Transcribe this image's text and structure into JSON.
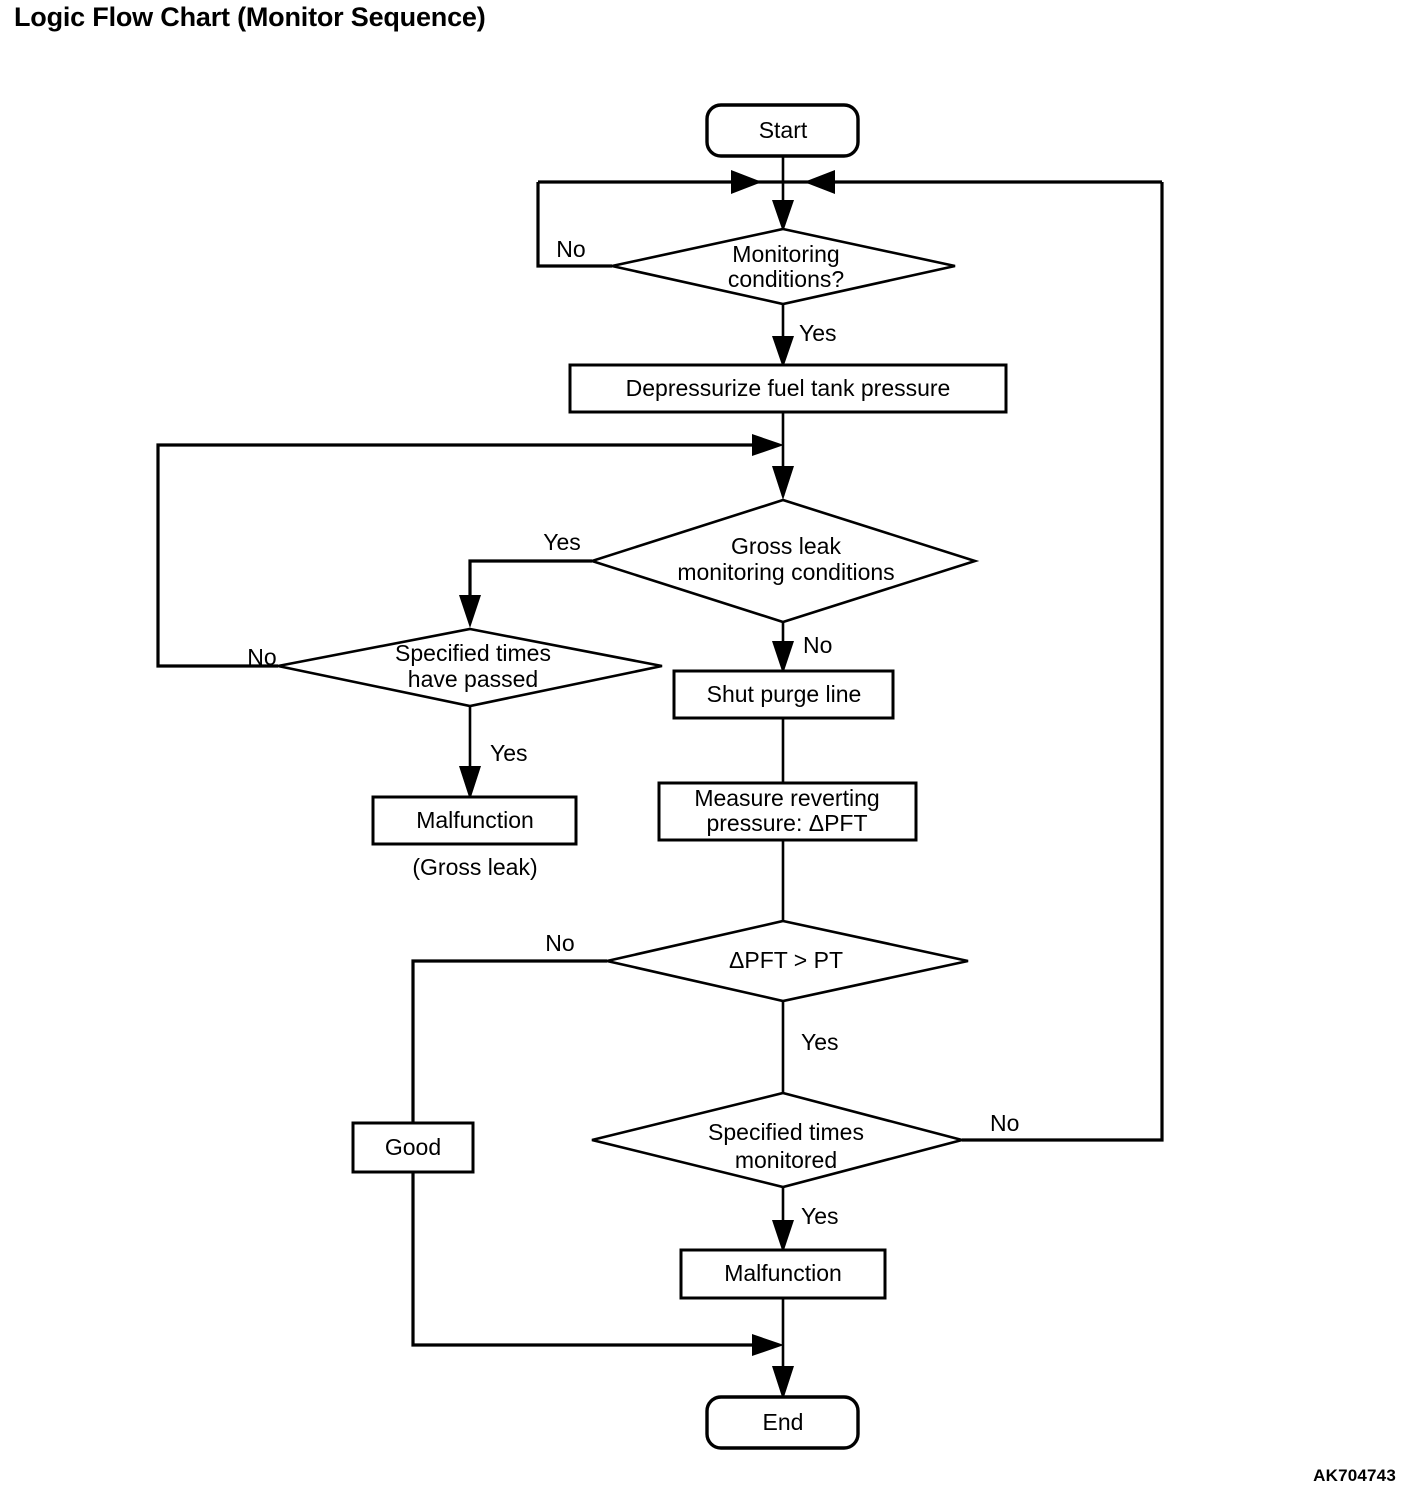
{
  "page": {
    "title": "Logic Flow Chart (Monitor Sequence)",
    "watermark": "AK704743"
  },
  "chart_data": {
    "type": "diagram",
    "diagram_kind": "flowchart",
    "title": "Logic Flow Chart (Monitor Sequence)",
    "orientation": "top-to-bottom",
    "nodes": [
      {
        "id": "start",
        "shape": "terminator",
        "label": "Start"
      },
      {
        "id": "monitoring_conditions",
        "shape": "decision",
        "label": "Monitoring conditions?"
      },
      {
        "id": "depressurize",
        "shape": "process",
        "label": "Depressurize fuel tank pressure"
      },
      {
        "id": "gross_leak_conditions",
        "shape": "decision",
        "label": "Gross leak monitoring conditions"
      },
      {
        "id": "specified_times_passed",
        "shape": "decision",
        "label": "Specified times have passed"
      },
      {
        "id": "malfunction_gross_leak",
        "shape": "process",
        "label": "Malfunction",
        "caption": "(Gross leak)"
      },
      {
        "id": "shut_purge_line",
        "shape": "process",
        "label": "Shut purge line"
      },
      {
        "id": "measure_reverting",
        "shape": "process",
        "label": "Measure reverting pressure:  ΔPFT"
      },
      {
        "id": "dpft_gt_pt",
        "shape": "decision",
        "label": "ΔPFT > PT"
      },
      {
        "id": "specified_times_monitored",
        "shape": "decision",
        "label": "Specified times monitored"
      },
      {
        "id": "good",
        "shape": "process",
        "label": "Good"
      },
      {
        "id": "malfunction",
        "shape": "process",
        "label": "Malfunction"
      },
      {
        "id": "end",
        "shape": "terminator",
        "label": "End"
      }
    ],
    "edges": [
      {
        "from": "start",
        "to": "monitoring_conditions",
        "label": ""
      },
      {
        "from": "monitoring_conditions",
        "to": "monitoring_conditions",
        "label": "No",
        "note": "loops back to junction above decision"
      },
      {
        "from": "monitoring_conditions",
        "to": "depressurize",
        "label": "Yes"
      },
      {
        "from": "depressurize",
        "to": "gross_leak_conditions",
        "label": ""
      },
      {
        "from": "gross_leak_conditions",
        "to": "specified_times_passed",
        "label": "Yes"
      },
      {
        "from": "gross_leak_conditions",
        "to": "shut_purge_line",
        "label": "No"
      },
      {
        "from": "specified_times_passed",
        "to": "gross_leak_conditions",
        "label": "No",
        "note": "loops back above gross leak decision"
      },
      {
        "from": "specified_times_passed",
        "to": "malfunction_gross_leak",
        "label": "Yes"
      },
      {
        "from": "shut_purge_line",
        "to": "measure_reverting",
        "label": ""
      },
      {
        "from": "measure_reverting",
        "to": "dpft_gt_pt",
        "label": ""
      },
      {
        "from": "dpft_gt_pt",
        "to": "good",
        "label": "No"
      },
      {
        "from": "dpft_gt_pt",
        "to": "specified_times_monitored",
        "label": "Yes"
      },
      {
        "from": "specified_times_monitored",
        "to": "monitoring_conditions",
        "label": "No",
        "note": "loops back to top junction"
      },
      {
        "from": "specified_times_monitored",
        "to": "malfunction",
        "label": "Yes"
      },
      {
        "from": "good",
        "to": "end",
        "label": ""
      },
      {
        "from": "malfunction",
        "to": "end",
        "label": ""
      }
    ],
    "edge_labels": [
      "No",
      "Yes",
      "Yes",
      "No",
      "No",
      "Yes",
      "No",
      "Yes",
      "No",
      "Yes"
    ],
    "colors": {
      "stroke": "#000000",
      "fill": "#ffffff",
      "text": "#000000"
    }
  },
  "labels": {
    "start": "Start",
    "monitoring_conditions_line1": "Monitoring",
    "monitoring_conditions_line2": "conditions?",
    "depressurize": "Depressurize fuel tank pressure",
    "gross_leak_line1": "Gross leak",
    "gross_leak_line2": "monitoring conditions",
    "specified_passed_line1": "Specified times",
    "specified_passed_line2": "have passed",
    "malfunction_gross": "Malfunction",
    "gross_leak_caption": "(Gross leak)",
    "shut_purge_line": "Shut purge line",
    "measure_line1": "Measure reverting",
    "measure_line2": "pressure:  ΔPFT",
    "dpft_gt_pt": "ΔPFT > PT",
    "specified_monitored_line1": "Specified times",
    "specified_monitored_line2": "monitored",
    "good": "Good",
    "malfunction": "Malfunction",
    "end": "End",
    "no_monitoring": "No",
    "yes_monitoring": "Yes",
    "yes_gross_leak": "Yes",
    "no_gross_leak": "No",
    "no_specified_passed": "No",
    "yes_specified_passed": "Yes",
    "no_dpft": "No",
    "yes_dpft": "Yes",
    "no_specified_monitored": "No",
    "yes_specified_monitored": "Yes"
  }
}
